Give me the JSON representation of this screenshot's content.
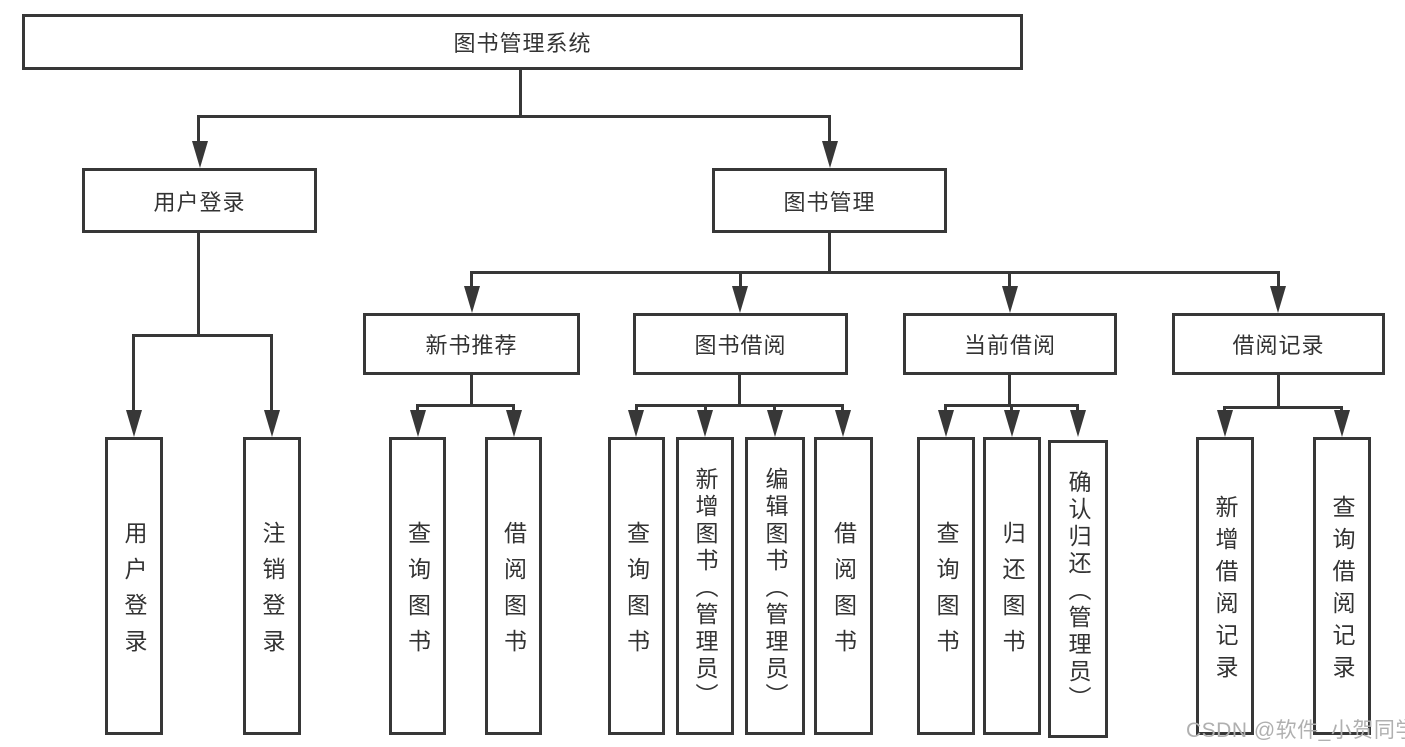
{
  "tree": {
    "root": {
      "label": "图书管理系统"
    },
    "branches": [
      {
        "label": "用户登录",
        "children": [
          {
            "label": "用户登录"
          },
          {
            "label": "注销登录"
          }
        ]
      },
      {
        "label": "图书管理",
        "children": [
          {
            "label": "新书推荐",
            "children": [
              {
                "label": "查询图书"
              },
              {
                "label": "借阅图书"
              }
            ]
          },
          {
            "label": "图书借阅",
            "children": [
              {
                "label": "查询图书"
              },
              {
                "label": "新增图书（管理员）"
              },
              {
                "label": "编辑图书（管理员）"
              },
              {
                "label": "借阅图书"
              }
            ]
          },
          {
            "label": "当前借阅",
            "children": [
              {
                "label": "查询图书"
              },
              {
                "label": "归还图书"
              },
              {
                "label": "确认归还（管理员）"
              }
            ]
          },
          {
            "label": "借阅记录",
            "children": [
              {
                "label": "新增借阅记录"
              },
              {
                "label": "查询借阅记录"
              }
            ]
          }
        ]
      }
    ]
  },
  "watermark": {
    "text": "CSDN @软件_小贺同学"
  },
  "colors": {
    "line": "#373737",
    "text": "#333333",
    "watermark": "#b0b0b0",
    "background": "#ffffff"
  }
}
